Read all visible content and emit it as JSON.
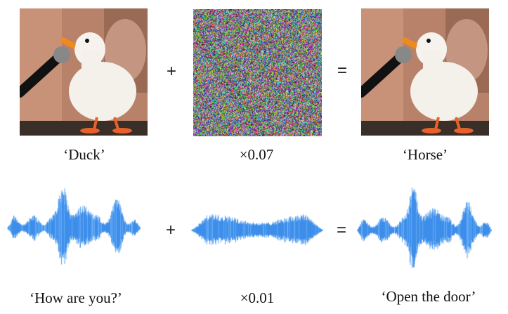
{
  "row_image": {
    "clean_label": "‘Duck’",
    "noise_label": "×0.07",
    "adversarial_label": "‘Horse’",
    "plus": "+",
    "equals": "="
  },
  "row_audio": {
    "clean_label": "‘How are you?’",
    "noise_label": "×0.01",
    "adversarial_label": "‘Open the door’",
    "plus": "+",
    "equals": "="
  },
  "colors": {
    "waveform": "#2f86e8",
    "waveform_highlight": "#7fc0ff",
    "duck_body": "#f4f1ea",
    "duck_beak": "#f08a1c",
    "background_warm": "#b07a5c"
  }
}
